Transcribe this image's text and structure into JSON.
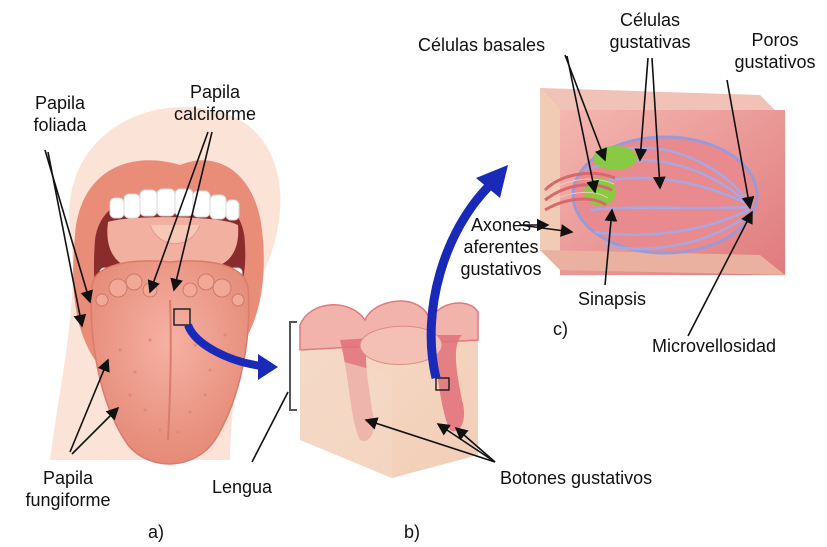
{
  "labels": {
    "papila_foliada": [
      "Papila",
      "foliada"
    ],
    "papila_calciforme": [
      "Papila",
      "calciforme"
    ],
    "papila_fungiforme": [
      "Papila",
      "fungiforme"
    ],
    "lengua": "Lengua",
    "celulas_basales": "Células basales",
    "celulas_gustativas": [
      "Células",
      "gustativas"
    ],
    "poros_gustativos": [
      "Poros",
      "gustativos"
    ],
    "axones": [
      "Axones",
      "aferentes",
      "gustativos"
    ],
    "sinapsis": "Sinapsis",
    "microvellosidad": "Microvellosidad",
    "botones_gustativos": "Botones gustativos"
  },
  "panels": {
    "a": "a)",
    "b": "b)",
    "c": "c)"
  },
  "colors": {
    "arrow_blue": "#1a2ab8",
    "tongue": "#ef9a8c",
    "lip": "#e98d78",
    "tissue": "#e8a898",
    "mucosa": "#e07078",
    "green_cells": "#7fcf3a"
  }
}
